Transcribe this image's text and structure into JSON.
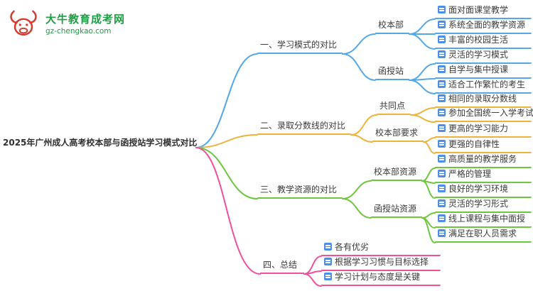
{
  "logo": {
    "name": "大牛教育成考网",
    "domain": "gz-chengkao.com",
    "icon": "bull-icon",
    "colors": {
      "red": "#d63a2f",
      "green": "#1f9d44"
    }
  },
  "central": {
    "title": "2025年广州成人高考校本部与函授站学习模式对比"
  },
  "palette": {
    "branch1": "#55a7e8",
    "branch2": "#edb33c",
    "branch3": "#6ec63e",
    "branch4": "#f0519b",
    "leaf_icon": "#4a8fe8"
  },
  "branches": [
    {
      "label": "一、学习模式的对比",
      "color": "#55a7e8",
      "groups": [
        {
          "label": "校本部",
          "leaves": [
            {
              "text": "面对面课堂教学",
              "icon": "link-icon"
            },
            {
              "text": "系统全面的教学资源",
              "icon": "link-icon"
            },
            {
              "text": "丰富的校园生活",
              "icon": "link-icon"
            }
          ]
        },
        {
          "label": "函授站",
          "leaves": [
            {
              "text": "灵活的学习模式",
              "icon": "link-icon"
            },
            {
              "text": "自学与集中授课",
              "icon": "link-icon"
            },
            {
              "text": "适合工作繁忙的考生",
              "icon": "link-icon"
            }
          ]
        }
      ]
    },
    {
      "label": "二、录取分数线的对比",
      "color": "#edb33c",
      "groups": [
        {
          "label": "共同点",
          "leaves": [
            {
              "text": "相同的录取分数线",
              "icon": "link-icon"
            },
            {
              "text": "参加全国统一入学考试",
              "icon": "link-icon"
            }
          ]
        },
        {
          "label": "校本部要求",
          "leaves": [
            {
              "text": "更高的学习能力",
              "icon": "link-icon"
            },
            {
              "text": "更强的自律性",
              "icon": "link-icon"
            }
          ]
        }
      ]
    },
    {
      "label": "三、教学资源的对比",
      "color": "#6ec63e",
      "groups": [
        {
          "label": "校本部资源",
          "leaves": [
            {
              "text": "高质量的教学服务",
              "icon": "link-icon"
            },
            {
              "text": "严格的管理",
              "icon": "link-icon"
            },
            {
              "text": "良好的学习环境",
              "icon": "link-icon"
            }
          ]
        },
        {
          "label": "函授站资源",
          "leaves": [
            {
              "text": "灵活的学习形式",
              "icon": "link-icon"
            },
            {
              "text": "线上课程与集中面授",
              "icon": "link-icon"
            },
            {
              "text": "满足在职人员需求",
              "icon": "link-icon"
            }
          ]
        }
      ]
    },
    {
      "label": "四、总结",
      "color": "#f0519b",
      "groups": [
        {
          "label": "",
          "leaves": [
            {
              "text": "各有优劣",
              "icon": "link-icon"
            },
            {
              "text": "根据学习习惯与目标选择",
              "icon": "link-icon"
            },
            {
              "text": "学习计划与态度是关键",
              "icon": "link-icon"
            }
          ]
        }
      ]
    }
  ]
}
